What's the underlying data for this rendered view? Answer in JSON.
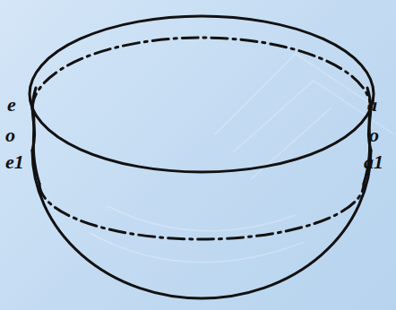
{
  "diagram": {
    "labels": [
      "e",
      "o",
      "e1",
      "a",
      "o",
      "a1"
    ]
  }
}
